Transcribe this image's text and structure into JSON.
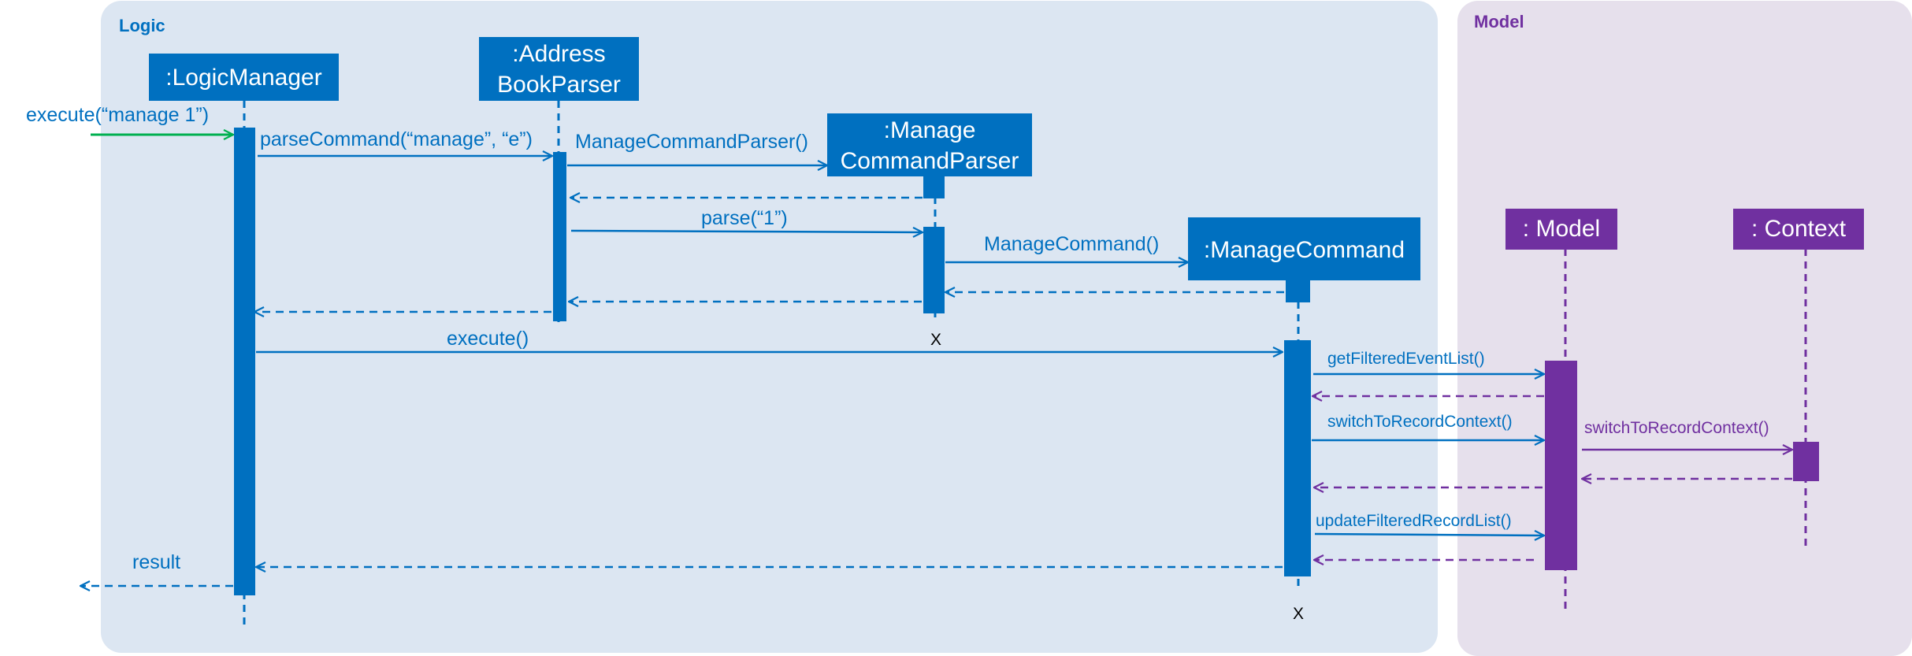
{
  "colors": {
    "logic_frame": "#dce6f2",
    "model_frame": "#e6e0ec",
    "logic_blue": "#0070c0",
    "model_purple": "#7030a0",
    "external_green": "#00b050"
  },
  "frames": {
    "logic": "Logic",
    "model": "Model"
  },
  "participants": {
    "logic_manager": ":LogicManager",
    "address_book_parser_1": ":Address",
    "address_book_parser_2": "BookParser",
    "manage_command_parser_1": ":Manage",
    "manage_command_parser_2": "CommandParser",
    "manage_command": ":ManageCommand",
    "model": ": Model",
    "context": ": Context"
  },
  "messages": {
    "execute_manage": "execute(“manage 1”)",
    "parse_command": "parseCommand(“manage”, “e”)",
    "create_parser": "ManageCommandParser()",
    "parse": "parse(“1”)",
    "create_command": "ManageCommand()",
    "execute": "execute()",
    "get_filtered_event_list": "getFilteredEventList()",
    "switch_to_record_context_model": "switchToRecordContext()",
    "switch_to_record_context_context": "switchToRecordContext()",
    "update_filtered_record_list": "updateFilteredRecordList()",
    "result": "result"
  },
  "destroy_markers": {
    "manage_command_parser": "X",
    "manage_command": "X"
  }
}
